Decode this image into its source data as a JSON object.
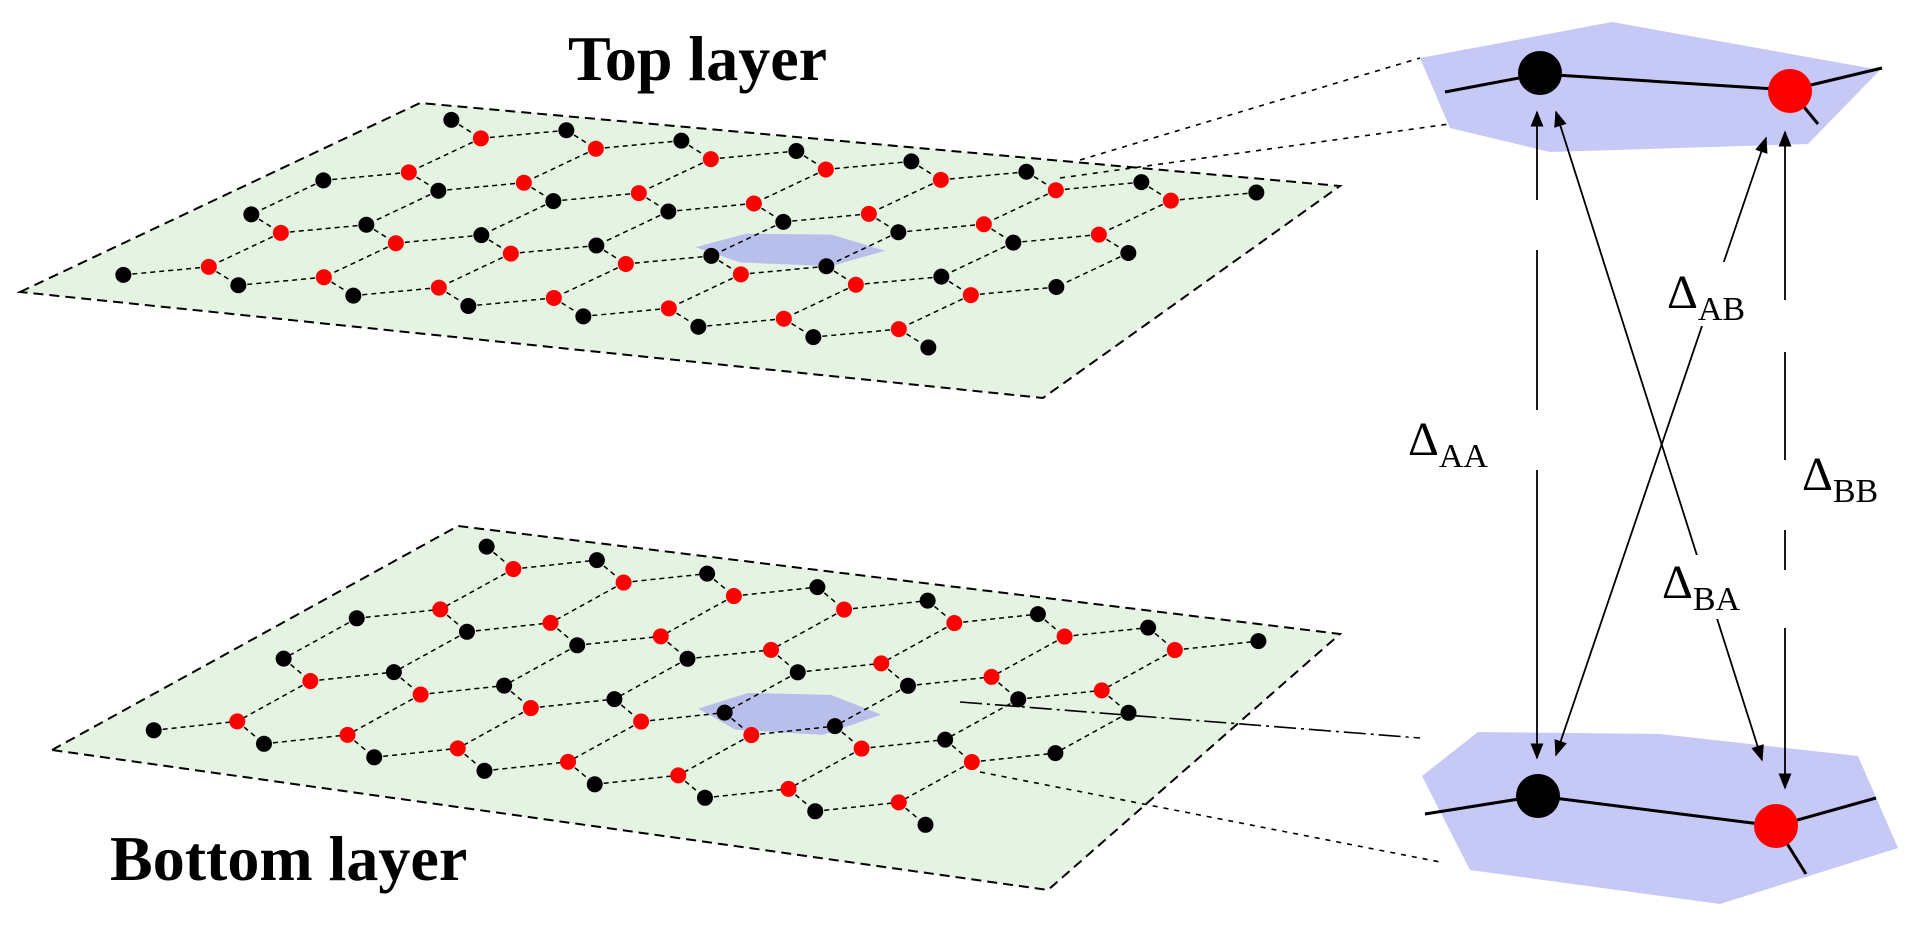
{
  "labels": {
    "top_layer": "Top layer",
    "bottom_layer": "Bottom layer"
  },
  "couplings": [
    {
      "id": "AA",
      "symbol": "Δ",
      "sub": "AA"
    },
    {
      "id": "AB",
      "symbol": "Δ",
      "sub": "AB"
    },
    {
      "id": "BB",
      "symbol": "Δ",
      "sub": "BB"
    },
    {
      "id": "BA",
      "symbol": "Δ",
      "sub": "BA"
    }
  ],
  "colors": {
    "plane_fill": "#e4f3e2",
    "cell_fill": "#b8bfea",
    "cell_fill_big": "#c6c8f5",
    "site_a": "#000000",
    "site_b": "#ff0000"
  }
}
